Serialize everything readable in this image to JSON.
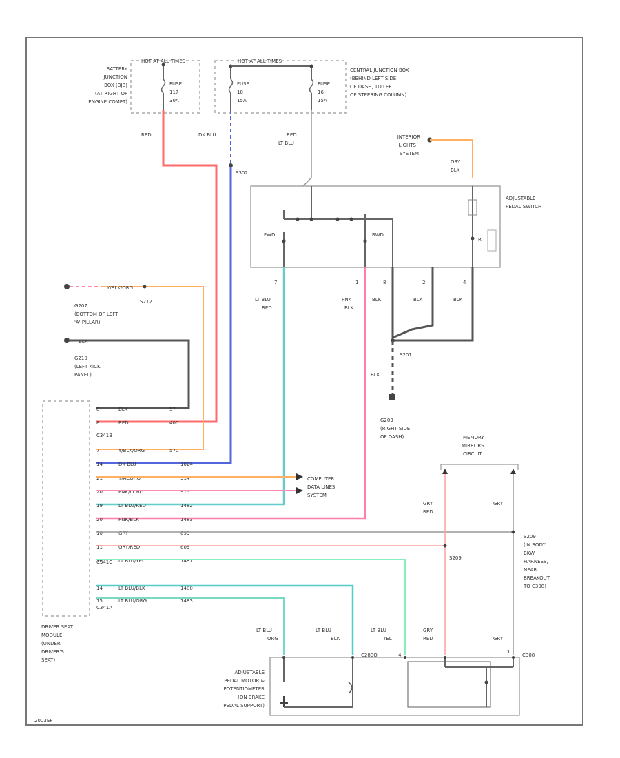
{
  "top": {
    "hot1": "HOT AT ALL TIMES",
    "hot2": "HOT AT ALL TIMES",
    "battery_jb": [
      "BATTERY",
      "JUNCTION",
      "BOX (BJB)",
      "(AT RIGHT OF",
      "ENGINE COMPT)"
    ],
    "central_jb": [
      "CENTRAL JUNCTION BOX",
      "(BEHIND LEFT SIDE",
      "OF DASH, TO LEFT",
      "OF STEERING COLUMN)"
    ],
    "fuse1": [
      "FUSE",
      "117",
      "30A"
    ],
    "fuse2": [
      "FUSE",
      "18",
      "15A"
    ],
    "fuse3": [
      "FUSE",
      "16",
      "15A"
    ]
  },
  "wires": {
    "red": "RED",
    "dk_blu": "DK BLU",
    "red_lt_blu": [
      "RED",
      "LT BLU"
    ],
    "gry_blk": [
      "GRY",
      "BLK"
    ],
    "lt_blu_red": [
      "LT BLU",
      "RED"
    ],
    "pnk_blk": [
      "PNK",
      "BLK"
    ],
    "blk": "BLK",
    "gry_red": [
      "GRY",
      "RED"
    ],
    "gry": "GRY",
    "lt_blu_org": [
      "LT BLU",
      "ORG"
    ],
    "lt_blu_blk": [
      "LT BLU",
      "BLK"
    ],
    "lt_blu_yel": [
      "LT BLU",
      "YEL"
    ],
    "y_wire": "Y/BLK/ORG",
    "blk_wire": "BLK"
  },
  "splices": {
    "s302": "S302",
    "s212": "S212",
    "s201": "S201",
    "s209": "S209"
  },
  "grounds": {
    "g207": [
      "G207",
      "(BOTTOM OF LEFT",
      "'A' PILLAR)"
    ],
    "g210": [
      "G210",
      "(LEFT KICK",
      "PANEL)"
    ],
    "g203": [
      "G203",
      "(RIGHT SIDE",
      "OF DASH)"
    ]
  },
  "components": {
    "interior_lights": [
      "INTERIOR",
      "LIGHTS",
      "SYSTEM"
    ],
    "pedal_switch": [
      "ADJUSTABLE",
      "PEDAL SWITCH"
    ],
    "fwd": "FWD",
    "rwd": "RWD",
    "switch_r": "R",
    "computer_data": [
      "COMPUTER",
      "DATA LINES",
      "SYSTEM"
    ],
    "memory_mirrors": [
      "MEMORY",
      "MIRRORS",
      "CIRCUIT"
    ],
    "s209_desc": [
      "(IN BODY",
      "BKW",
      "HARNESS,",
      "NEAR",
      "BREAKOUT",
      "TO C308)"
    ],
    "driver_seat_module": [
      "DRIVER SEAT",
      "MODULE",
      "(UNDER",
      "DRIVER'S",
      "SEAT)"
    ],
    "pedal_motor": [
      "ADJUSTABLE",
      "PEDAL MOTOR &",
      "POTENTIOMETER",
      "(ON BRAKE",
      "PEDAL SUPPORT)"
    ]
  },
  "connectors": {
    "c341b": "C341B",
    "c341c": "C341C",
    "c341a": "C341A",
    "c280o": "C280O",
    "c308": "C308"
  },
  "pins": {
    "sw": [
      "7",
      "1",
      "8",
      "2",
      "4"
    ],
    "c_bot": [
      "4",
      "1"
    ]
  },
  "module_rows": [
    {
      "pin": "8",
      "color": "BLK",
      "circuit": "57"
    },
    {
      "pin": "8",
      "color": "RED",
      "circuit": "400"
    },
    {
      "pin": "7",
      "color": "Y/BLK/ORG",
      "circuit": "570"
    },
    {
      "pin": "14",
      "color": "DK BLU",
      "circuit": "1024"
    },
    {
      "pin": "21",
      "color": "Y/ACORG",
      "circuit": "914"
    },
    {
      "pin": "20",
      "color": "PNK/LT BLU",
      "circuit": "915"
    },
    {
      "pin": "19",
      "color": "LT BLU/RED",
      "circuit": "1482"
    },
    {
      "pin": "20",
      "color": "PNK/BLK",
      "circuit": "1483"
    },
    {
      "pin": "10",
      "color": "GRY",
      "circuit": "693"
    },
    {
      "pin": "11",
      "color": "GRY/RED",
      "circuit": "609"
    },
    {
      "pin": "16",
      "color": "LT BLU/YEL",
      "circuit": "1481"
    },
    {
      "pin": "14",
      "color": "LT BLU/BLK",
      "circuit": "1480"
    },
    {
      "pin": "15",
      "color": "LT BLU/ORG",
      "circuit": "1483"
    }
  ],
  "footer": "2003EF",
  "colors": {
    "red": "#ff6b6b",
    "dk_blu": "#5566dd",
    "orange": "#ffb060",
    "pink": "#ff8ab0",
    "lt_blu_red": "#66cccc",
    "pnk_blk": "#ff7fa8",
    "gry": "#999999",
    "gry_red": "#ffa0a0",
    "lt_blu_yel": "#88eebb",
    "lt_blu_blk": "#55cccc",
    "lt_blu_org": "#7ad9c4",
    "dk_blu_pale": "#aabbff"
  }
}
